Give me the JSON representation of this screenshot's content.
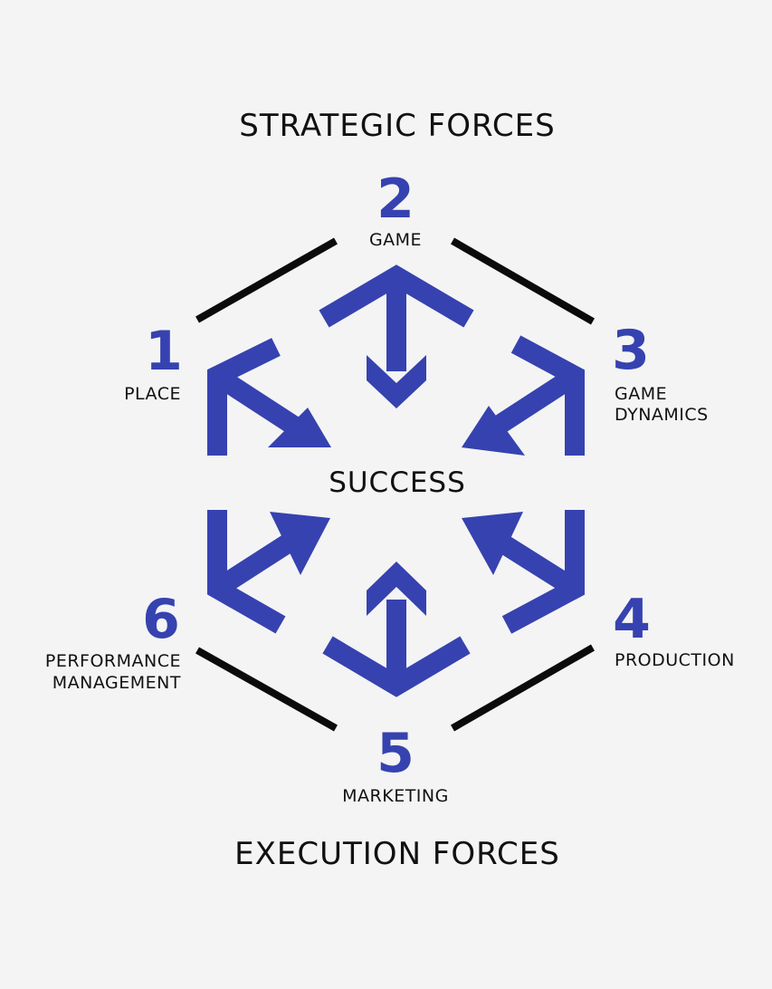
{
  "colors": {
    "background": "#f4f4f4",
    "accent": "#3642b0",
    "line": "#0b0b0b",
    "text": "#111111"
  },
  "diagram": {
    "top_heading": "STRATEGIC FORCES",
    "bottom_heading": "EXECUTION FORCES",
    "center_label": "SUCCESS",
    "nodes": [
      {
        "number": "1",
        "label_lines": [
          "PLACE"
        ]
      },
      {
        "number": "2",
        "label_lines": [
          "GAME"
        ]
      },
      {
        "number": "3",
        "label_lines": [
          "GAME",
          "DYNAMICS"
        ]
      },
      {
        "number": "4",
        "label_lines": [
          "PRODUCTION"
        ]
      },
      {
        "number": "5",
        "label_lines": [
          "MARKETING"
        ]
      },
      {
        "number": "6",
        "label_lines": [
          "PERFORMANCE",
          "MANAGEMENT"
        ]
      }
    ]
  }
}
